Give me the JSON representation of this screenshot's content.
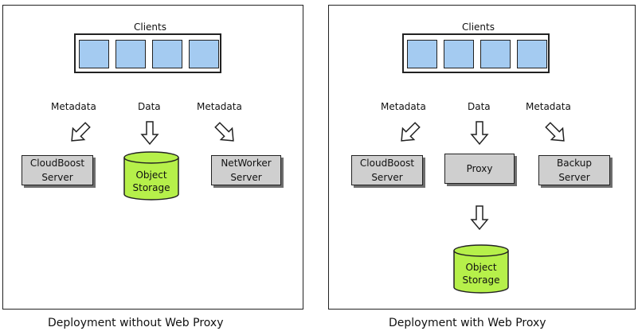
{
  "colors": {
    "client_fill": "#a4cbf1",
    "storage_fill": "#b6f04a",
    "server_fill": "#cfcfcf"
  },
  "left_panel": {
    "clients_label": "Clients",
    "client_count": 4,
    "flows": {
      "metadata_left": "Metadata",
      "data": "Data",
      "metadata_right": "Metadata"
    },
    "server_left": {
      "line1": "CloudBoost",
      "line2": "Server"
    },
    "storage": {
      "line1": "Object",
      "line2": "Storage"
    },
    "server_right": {
      "line1": "NetWorker",
      "line2": "Server"
    },
    "caption": "Deployment without Web Proxy"
  },
  "right_panel": {
    "clients_label": "Clients",
    "client_count": 4,
    "flows": {
      "metadata_left": "Metadata",
      "data": "Data",
      "metadata_right": "Metadata"
    },
    "server_left": {
      "line1": "CloudBoost",
      "line2": "Server"
    },
    "proxy": "Proxy",
    "server_right": {
      "line1": "Backup",
      "line2": "Server"
    },
    "storage": {
      "line1": "Object",
      "line2": "Storage"
    },
    "caption": "Deployment with Web Proxy"
  }
}
